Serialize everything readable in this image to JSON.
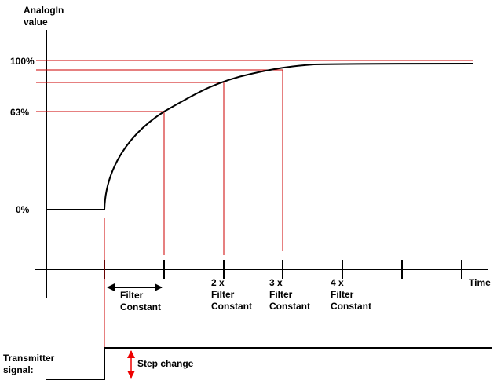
{
  "colors": {
    "axis": "#000000",
    "curve": "#000000",
    "guide": "#cc0000",
    "arrow": "#ee0000"
  },
  "y_axis_label": [
    "AnalogIn",
    "value"
  ],
  "x_axis_label": "Time",
  "y_levels": {
    "full": "100%",
    "one_tc": "63%",
    "zero": "0%"
  },
  "filter_constant_labels": [
    [
      "Filter",
      "Constant"
    ],
    [
      "2 x",
      "Filter",
      "Constant"
    ],
    [
      "3 x",
      "Filter",
      "Constant"
    ],
    [
      "4 x",
      "Filter",
      "Constant"
    ]
  ],
  "transmitter_label": [
    "Transmitter",
    "signal:"
  ],
  "step_change_label": "Step change"
}
